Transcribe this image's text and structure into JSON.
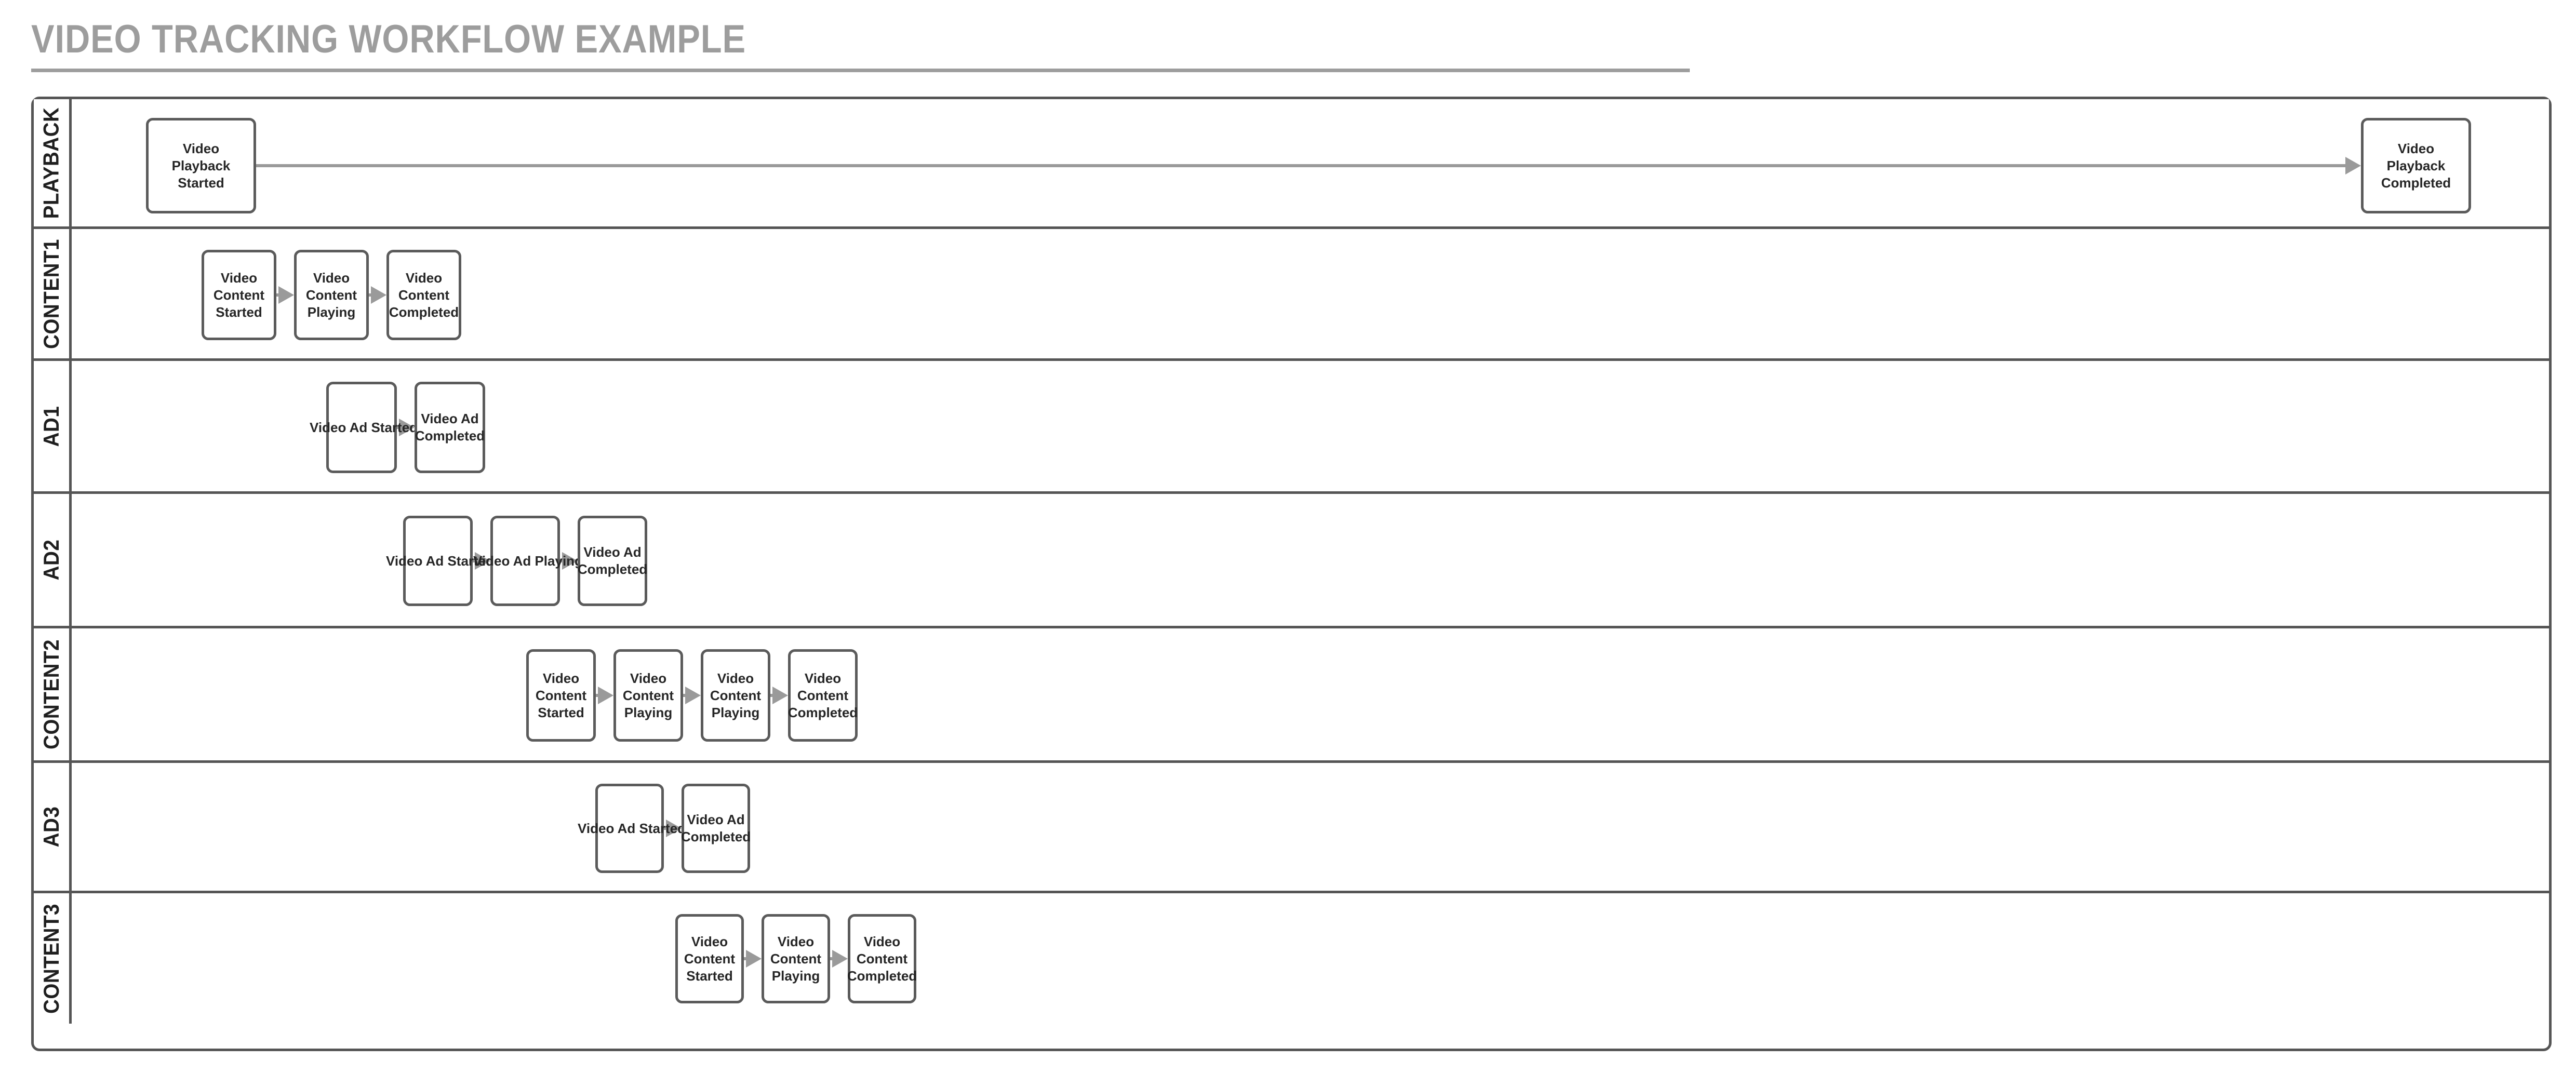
{
  "title": "VIDEO TRACKING WORKFLOW EXAMPLE",
  "diagram": {
    "type": "swimlane-flowchart",
    "lanes": [
      {
        "label": "PLAYBACK",
        "nodes": [
          {
            "text": "Video Playback\nStarted"
          },
          {
            "text": "Video Playback\nCompleted"
          }
        ],
        "connections": [
          {
            "from": 0,
            "to": 1
          }
        ]
      },
      {
        "label": "CONTENT1",
        "nodes": [
          {
            "text": "Video Content\nStarted"
          },
          {
            "text": "Video Content\nPlaying"
          },
          {
            "text": "Video Content\nCompleted"
          }
        ],
        "connections": [
          {
            "from": 0,
            "to": 1
          },
          {
            "from": 1,
            "to": 2
          }
        ]
      },
      {
        "label": "AD1",
        "nodes": [
          {
            "text": "Video Ad Started"
          },
          {
            "text": "Video Ad\nCompleted"
          }
        ],
        "connections": [
          {
            "from": 0,
            "to": 1
          }
        ]
      },
      {
        "label": "AD2",
        "nodes": [
          {
            "text": "Video Ad Started"
          },
          {
            "text": "Video Ad Playing"
          },
          {
            "text": "Video Ad\nCompleted"
          }
        ],
        "connections": [
          {
            "from": 0,
            "to": 1
          },
          {
            "from": 1,
            "to": 2
          }
        ]
      },
      {
        "label": "CONTENT2",
        "nodes": [
          {
            "text": "Video Content\nStarted"
          },
          {
            "text": "Video Content\nPlaying"
          },
          {
            "text": "Video Content\nPlaying"
          },
          {
            "text": "Video Content\nCompleted"
          }
        ],
        "connections": [
          {
            "from": 0,
            "to": 1
          },
          {
            "from": 1,
            "to": 2
          },
          {
            "from": 2,
            "to": 3
          }
        ]
      },
      {
        "label": "AD3",
        "nodes": [
          {
            "text": "Video Ad Started"
          },
          {
            "text": "Video Ad\nCompleted"
          }
        ],
        "connections": [
          {
            "from": 0,
            "to": 1
          }
        ]
      },
      {
        "label": "CONTENT3",
        "nodes": [
          {
            "text": "Video Content\nStarted"
          },
          {
            "text": "Video Content\nPlaying"
          },
          {
            "text": "Video Content\nCompleted"
          }
        ],
        "connections": [
          {
            "from": 0,
            "to": 1
          },
          {
            "from": 1,
            "to": 2
          }
        ]
      }
    ]
  },
  "colors": {
    "title": "#9d9d9d",
    "frame_border": "#555555",
    "node_border": "#5b5b5b",
    "node_fill": "#ffffff",
    "node_text": "#262626",
    "connector": "#9a9a9a",
    "background": "#ffffff"
  }
}
